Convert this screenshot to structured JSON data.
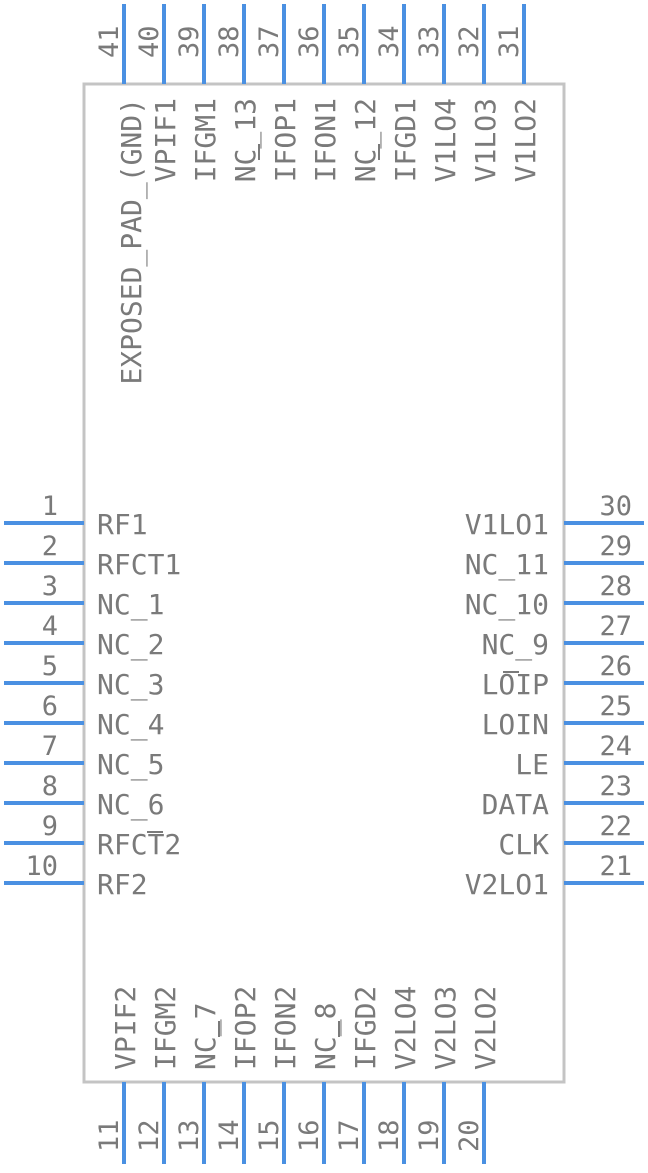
{
  "colors": {
    "pin": "#4a90e2",
    "body_outline": "#c4c4c4",
    "text": "#7a7a7a",
    "background": "#ffffff"
  },
  "exposed_pad": {
    "name": "EXPOSED_PAD_(GND)",
    "number": "41"
  },
  "left_pins": [
    {
      "number": "1",
      "name": "RF1"
    },
    {
      "number": "2",
      "name": "RFCT1"
    },
    {
      "number": "3",
      "name": "NC_1"
    },
    {
      "number": "4",
      "name": "NC_2"
    },
    {
      "number": "5",
      "name": "NC_3"
    },
    {
      "number": "6",
      "name": "NC_4"
    },
    {
      "number": "7",
      "name": "NC_5"
    },
    {
      "number": "8",
      "name": "NC_6"
    },
    {
      "number": "9",
      "name": "RFCT2"
    },
    {
      "number": "10",
      "name": "RF2"
    }
  ],
  "right_pins": [
    {
      "number": "30",
      "name": "V1LO1"
    },
    {
      "number": "29",
      "name": "NC_11"
    },
    {
      "number": "28",
      "name": "NC_10"
    },
    {
      "number": "27",
      "name": "NC_9"
    },
    {
      "number": "26",
      "name": "LOIP"
    },
    {
      "number": "25",
      "name": "LOIN"
    },
    {
      "number": "24",
      "name": "LE"
    },
    {
      "number": "23",
      "name": "DATA"
    },
    {
      "number": "22",
      "name": "CLK"
    },
    {
      "number": "21",
      "name": "V2LO1"
    }
  ],
  "top_pins": [
    {
      "number": "40",
      "name": "VPIF1"
    },
    {
      "number": "39",
      "name": "IFGM1"
    },
    {
      "number": "38",
      "name": "NC_13"
    },
    {
      "number": "37",
      "name": "IFOP1"
    },
    {
      "number": "36",
      "name": "IFON1"
    },
    {
      "number": "35",
      "name": "NC_12"
    },
    {
      "number": "34",
      "name": "IFGD1"
    },
    {
      "number": "33",
      "name": "V1LO4"
    },
    {
      "number": "32",
      "name": "V1LO3"
    },
    {
      "number": "31",
      "name": "V1LO2"
    }
  ],
  "bottom_pins": [
    {
      "number": "11",
      "name": "VPIF2"
    },
    {
      "number": "12",
      "name": "IFGM2"
    },
    {
      "number": "13",
      "name": "NC_7"
    },
    {
      "number": "14",
      "name": "IFOP2"
    },
    {
      "number": "15",
      "name": "IFON2"
    },
    {
      "number": "16",
      "name": "NC_8"
    },
    {
      "number": "17",
      "name": "IFGD2"
    },
    {
      "number": "18",
      "name": "V2LO4"
    },
    {
      "number": "19",
      "name": "V2LO3"
    },
    {
      "number": "20",
      "name": "V2LO2"
    }
  ]
}
